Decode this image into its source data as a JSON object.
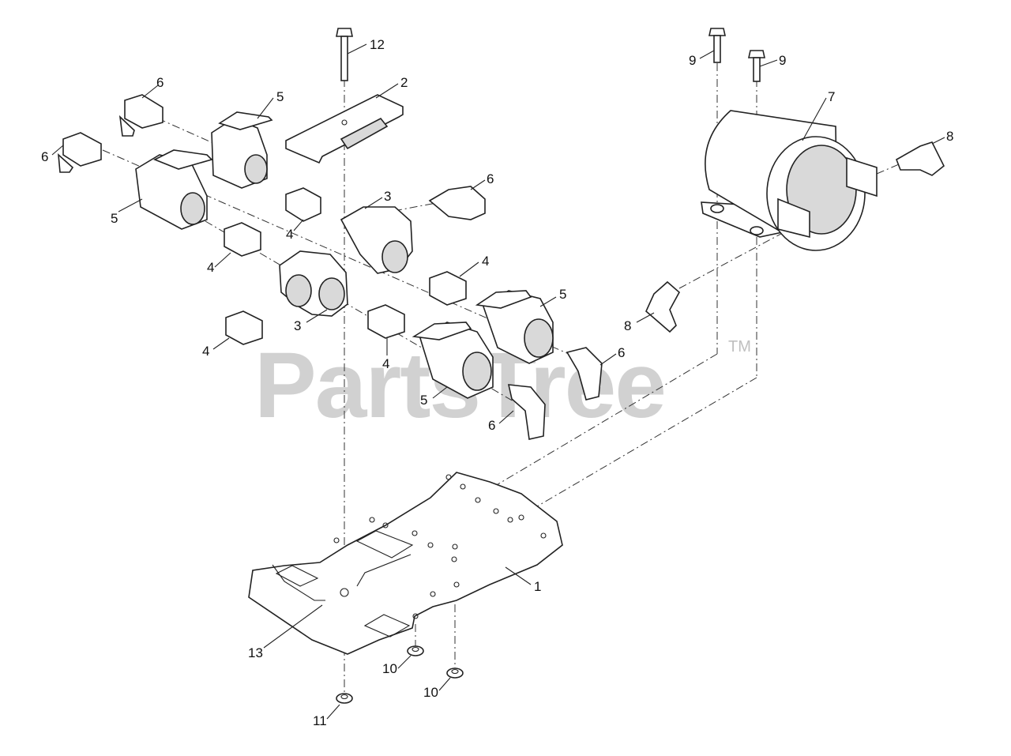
{
  "watermark": {
    "text": "PartsTree",
    "trademark": "TM"
  },
  "callouts": {
    "c1": "1",
    "c2": "2",
    "c3a": "3",
    "c3b": "3",
    "c4a": "4",
    "c4b": "4",
    "c4c": "4",
    "c4d": "4",
    "c4e": "4",
    "c5a": "5",
    "c5b": "5",
    "c5c": "5",
    "c5d": "5",
    "c6a": "6",
    "c6b": "6",
    "c6c": "6",
    "c6d": "6",
    "c6e": "6",
    "c7": "7",
    "c8a": "8",
    "c8b": "8",
    "c9a": "9",
    "c9b": "9",
    "c10a": "10",
    "c10b": "10",
    "c11": "11",
    "c12": "12",
    "c13": "13"
  }
}
